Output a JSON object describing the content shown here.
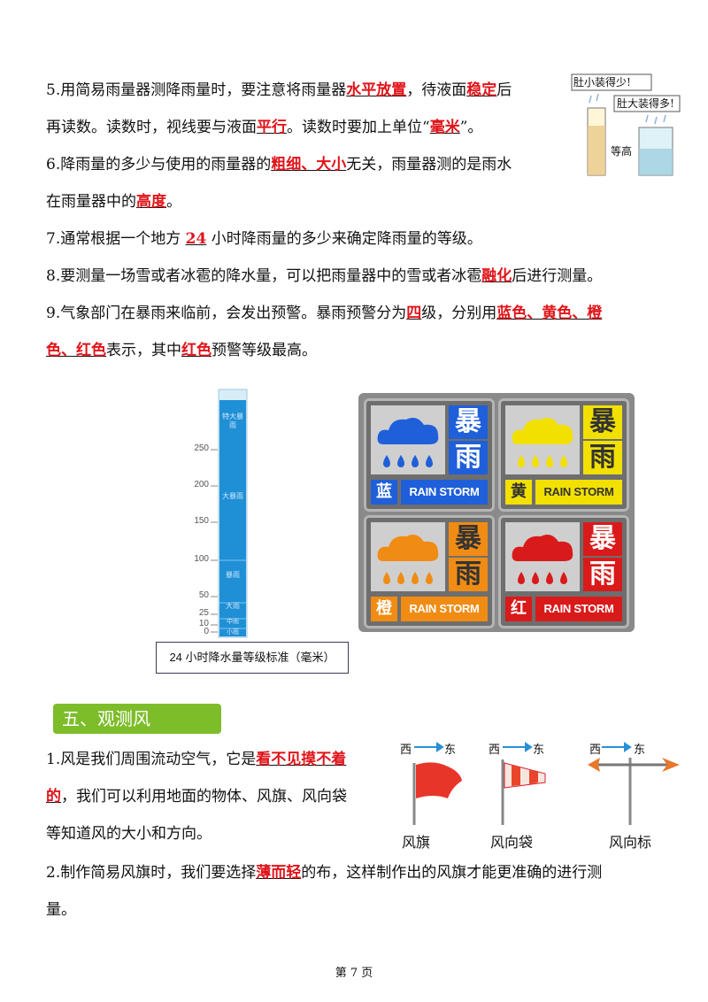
{
  "para5": {
    "p1": "5.用简易雨量器测降雨量时，要注意将雨量器",
    "a1": "水平放置",
    "p2": "，待液面",
    "a2": "稳定",
    "p3": "后",
    "p4": "再读数。读数时，视线要与液面",
    "a3": "平行",
    "p5": "。读数时要加上单位“",
    "a4": "毫米",
    "p6": "”。"
  },
  "para6": {
    "p1": "6.降雨量的多少与使用的雨量器的",
    "a1": "粗细、大小",
    "p2": "无关，雨量器测的是雨水",
    "p3": "在雨量器中的",
    "a2": "高度",
    "p4": "。"
  },
  "para7": {
    "p1": "7.通常根据一个地方 ",
    "a1": "24",
    "p2": " 小时降雨量的多少来确定降雨量的等级。"
  },
  "para8": {
    "p1": "8.要测量一场雪或者冰雹的降水量，可以把雨量器中的雪或者冰雹",
    "a1": "融化",
    "p2": "后进行测量。"
  },
  "para9": {
    "p1": "9.气象部门在暴雨来临前，会发出预警。暴雨预警分为",
    "a1": "四",
    "p2": "级，分别用",
    "a2": "蓝色、黄色、橙",
    "a3": "色、红色",
    "p3": "表示，其中",
    "a4": "红色",
    "p4": "预警等级最高。"
  },
  "cups": {
    "small_label": "肚小装得少!",
    "big_label": "肚大装得多!",
    "equal_label": "等高"
  },
  "gauge": {
    "ticks": [
      "250",
      "200",
      "150",
      "100",
      "50",
      "25",
      "10",
      "0"
    ],
    "levels": [
      "特大暴雨",
      "大暴雨",
      "暴雨",
      "大雨",
      "中雨",
      "小雨"
    ],
    "caption": "24 小时降水量等级标准（毫米）"
  },
  "warnings": [
    {
      "level": "蓝",
      "color": "#1f5fd9",
      "cloud": "#1f5fd9",
      "char1": "暴",
      "char2": "雨",
      "en": "RAIN STORM"
    },
    {
      "level": "黄",
      "color": "#f2e000",
      "cloud": "#f2e000",
      "char1": "暴",
      "char2": "雨",
      "en": "RAIN STORM"
    },
    {
      "level": "橙",
      "color": "#f08c14",
      "cloud": "#f08c14",
      "char1": "暴",
      "char2": "雨",
      "en": "RAIN STORM"
    },
    {
      "level": "红",
      "color": "#d91a1a",
      "cloud": "#d91a1a",
      "char1": "暴",
      "char2": "雨",
      "en": "RAIN STORM"
    }
  ],
  "section5": {
    "title": "五、观测风"
  },
  "wind1": {
    "p1": "1.风是我们周围流动空气，它是",
    "a1": "看不见摸不着",
    "a2": "的",
    "p2": "，我们可以利用地面的物体、风旗、风向袋",
    "p3": "等知道风的大小和方向。"
  },
  "wind_fig": {
    "west": "西",
    "east": "东",
    "flag": "风旗",
    "sock": "风向袋",
    "vane": "风向标"
  },
  "wind2": {
    "p1": "2.制作简易风旗时，我们要选择",
    "a1": "薄而轻",
    "p2": "的布，这样制作出的风旗才能更准确的进行测",
    "p3": "量。"
  },
  "footer": {
    "page": "第 7 页"
  }
}
